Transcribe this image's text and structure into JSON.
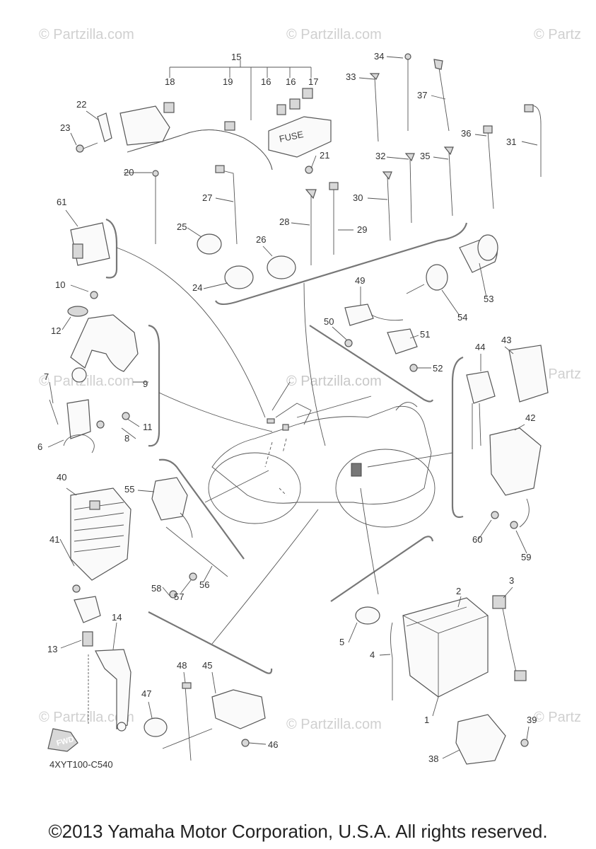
{
  "watermark": "© Partzilla.com",
  "watermark_cut": "© Partz",
  "diagram_code": "4XYT100-C540",
  "fwd_label": "FWD",
  "fuse_label": "FUSE",
  "copyright": "©2013 Yamaha Motor Corporation, U.S.A. All rights reserved.",
  "callouts": {
    "n1": "1",
    "n2": "2",
    "n3": "3",
    "n4": "4",
    "n5": "5",
    "n6": "6",
    "n7": "7",
    "n8": "8",
    "n9": "9",
    "n10": "10",
    "n11": "11",
    "n12": "12",
    "n13": "13",
    "n14": "14",
    "n15": "15",
    "n16a": "16",
    "n16b": "16",
    "n17": "17",
    "n18": "18",
    "n19": "19",
    "n20": "20",
    "n21": "21",
    "n22": "22",
    "n23": "23",
    "n24": "24",
    "n25": "25",
    "n26": "26",
    "n27": "27",
    "n28": "28",
    "n29": "29",
    "n30": "30",
    "n31": "31",
    "n32": "32",
    "n33": "33",
    "n34": "34",
    "n35": "35",
    "n36": "36",
    "n37": "37",
    "n38": "38",
    "n39": "39",
    "n40": "40",
    "n41": "41",
    "n42": "42",
    "n43": "43",
    "n44": "44",
    "n45": "45",
    "n46": "46",
    "n47": "47",
    "n48": "48",
    "n49": "49",
    "n50": "50",
    "n51": "51",
    "n52": "52",
    "n53": "53",
    "n54": "54",
    "n55": "55",
    "n56": "56",
    "n57": "57",
    "n58": "58",
    "n59": "59",
    "n60": "60",
    "n61": "61"
  }
}
